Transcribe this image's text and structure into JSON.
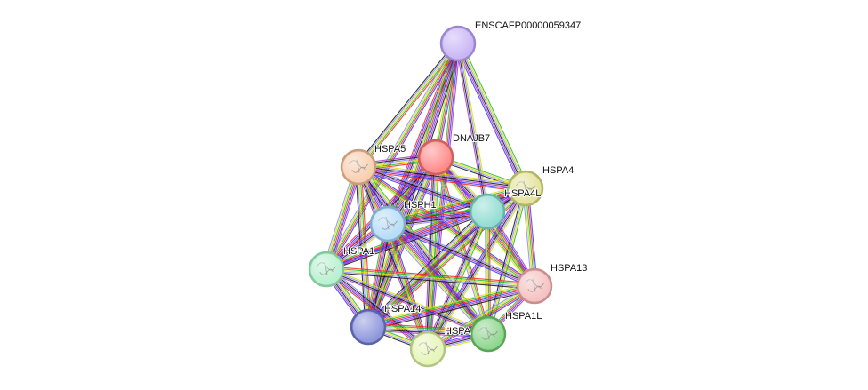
{
  "network": {
    "edge_colors": [
      "#3333ff",
      "#ff2222",
      "#22bb22",
      "#dddd00",
      "#8888ff",
      "#111111",
      "#aa33cc"
    ],
    "nodes": [
      {
        "id": "ensca",
        "label": "ENSCAFP00000059347",
        "color": "#c9b6f5",
        "ring": "#9b87cf",
        "texture": false
      },
      {
        "id": "dnajb7",
        "label": "DNAJB7",
        "color": "#ff8a8a",
        "ring": "#d06060",
        "texture": false
      },
      {
        "id": "hspa5",
        "label": "HSPA5",
        "color": "#f7cfb0",
        "ring": "#c99d7e",
        "texture": true
      },
      {
        "id": "hspa4",
        "label": "HSPA4",
        "color": "#e3e39a",
        "ring": "#b3b36a",
        "texture": true
      },
      {
        "id": "hspa4l",
        "label": "HSPA4L",
        "color": "#92ddd3",
        "ring": "#68b3a8",
        "texture": false
      },
      {
        "id": "hsph1",
        "label": "HSPH1",
        "color": "#b6dcf7",
        "ring": "#85abcc",
        "texture": true
      },
      {
        "id": "hspa1",
        "label": "HSPA1",
        "color": "#b8f0cf",
        "ring": "#85c79f",
        "texture": true
      },
      {
        "id": "hspa13",
        "label": "HSPA13",
        "color": "#f4c2c2",
        "ring": "#c98f8f",
        "texture": true
      },
      {
        "id": "hspa14",
        "label": "HSPA14",
        "color": "#8e96dc",
        "ring": "#5c64a8",
        "texture": false
      },
      {
        "id": "hspa1l",
        "label": "HSPA1L",
        "color": "#8fd68f",
        "ring": "#5aa55a",
        "texture": true
      },
      {
        "id": "hspa",
        "label": "HSPA",
        "color": "#e6f5b8",
        "ring": "#b3c585",
        "texture": true
      }
    ],
    "edges": [
      [
        "ensca",
        "dnajb7"
      ],
      [
        "ensca",
        "hspa5"
      ],
      [
        "ensca",
        "hspa4"
      ],
      [
        "ensca",
        "hspa4l"
      ],
      [
        "ensca",
        "hsph1"
      ],
      [
        "ensca",
        "hspa14"
      ],
      [
        "ensca",
        "hspa"
      ],
      [
        "ensca",
        "hspa1"
      ],
      [
        "dnajb7",
        "hspa5"
      ],
      [
        "dnajb7",
        "hspa4"
      ],
      [
        "dnajb7",
        "hspa4l"
      ],
      [
        "dnajb7",
        "hsph1"
      ],
      [
        "dnajb7",
        "hspa1"
      ],
      [
        "dnajb7",
        "hspa13"
      ],
      [
        "dnajb7",
        "hspa14"
      ],
      [
        "dnajb7",
        "hspa1l"
      ],
      [
        "dnajb7",
        "hspa"
      ],
      [
        "hspa5",
        "hspa4"
      ],
      [
        "hspa5",
        "hspa4l"
      ],
      [
        "hspa5",
        "hsph1"
      ],
      [
        "hspa5",
        "hspa1"
      ],
      [
        "hspa5",
        "hspa13"
      ],
      [
        "hspa5",
        "hspa14"
      ],
      [
        "hspa5",
        "hspa1l"
      ],
      [
        "hspa5",
        "hspa"
      ],
      [
        "hspa4",
        "hspa4l"
      ],
      [
        "hspa4",
        "hsph1"
      ],
      [
        "hspa4",
        "hspa1"
      ],
      [
        "hspa4",
        "hspa13"
      ],
      [
        "hspa4",
        "hspa14"
      ],
      [
        "hspa4",
        "hspa1l"
      ],
      [
        "hspa4",
        "hspa"
      ],
      [
        "hspa4l",
        "hsph1"
      ],
      [
        "hspa4l",
        "hspa1"
      ],
      [
        "hspa4l",
        "hspa13"
      ],
      [
        "hspa4l",
        "hspa14"
      ],
      [
        "hspa4l",
        "hspa1l"
      ],
      [
        "hspa4l",
        "hspa"
      ],
      [
        "hsph1",
        "hspa1"
      ],
      [
        "hsph1",
        "hspa13"
      ],
      [
        "hsph1",
        "hspa14"
      ],
      [
        "hsph1",
        "hspa1l"
      ],
      [
        "hsph1",
        "hspa"
      ],
      [
        "hspa1",
        "hspa13"
      ],
      [
        "hspa1",
        "hspa14"
      ],
      [
        "hspa1",
        "hspa1l"
      ],
      [
        "hspa1",
        "hspa"
      ],
      [
        "hspa13",
        "hspa14"
      ],
      [
        "hspa13",
        "hspa1l"
      ],
      [
        "hspa13",
        "hspa"
      ],
      [
        "hspa14",
        "hspa1l"
      ],
      [
        "hspa14",
        "hspa"
      ],
      [
        "hspa1l",
        "hspa"
      ]
    ]
  }
}
